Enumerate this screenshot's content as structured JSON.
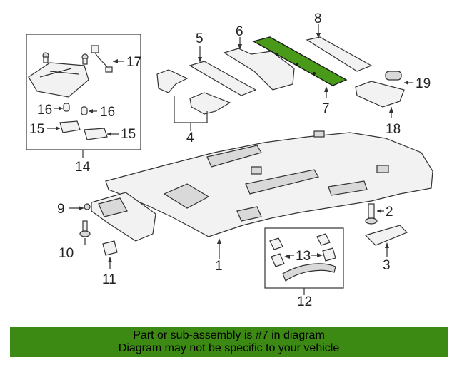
{
  "callouts": {
    "c1": "1",
    "c2": "2",
    "c3": "3",
    "c4": "4",
    "c5": "5",
    "c6": "6",
    "c7": "7",
    "c8": "8",
    "c9": "9",
    "c10": "10",
    "c11": "11",
    "c12": "12",
    "c13": "13",
    "c14": "14",
    "c15a": "15",
    "c15b": "15",
    "c16a": "16",
    "c16b": "16",
    "c17": "17",
    "c18": "18",
    "c19": "19"
  },
  "highlighted_part": "7",
  "banner": {
    "line1": "Part or sub-assembly is #7 in diagram",
    "line2": "Diagram may not be specific to your vehicle"
  },
  "colors": {
    "highlight": "#4a9a1a",
    "banner": "#3c8a14"
  }
}
